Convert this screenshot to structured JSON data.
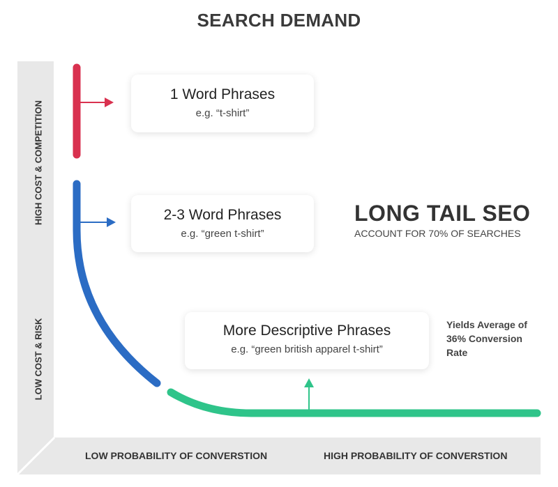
{
  "title": "SEARCH DEMAND",
  "axes": {
    "y_high": "HIGH COST & COMPETITION",
    "y_low": "LOW COST & RISK",
    "x_low": "LOW PROBABILITY OF CONVERSTION",
    "x_high": "HIGH PROBABILITY OF CONVERSTION"
  },
  "cards": [
    {
      "heading": "1 Word Phrases",
      "example": "e.g. “t-shirt”"
    },
    {
      "heading": "2-3 Word Phrases",
      "example": "e.g. “green t-shirt”"
    },
    {
      "heading": "More Descriptive Phrases",
      "example": "e.g. “green british apparel t-shirt”"
    }
  ],
  "long_tail": {
    "heading": "LONG TAIL SEO",
    "subheading": "ACCOUNT FOR 70% OF SEARCHES"
  },
  "yields": "Yields Average of 36% Conversion Rate",
  "colors": {
    "red": "#d9314f",
    "blue": "#2b6cc4",
    "green": "#2fc48a",
    "axis": "#e8e8e8"
  }
}
